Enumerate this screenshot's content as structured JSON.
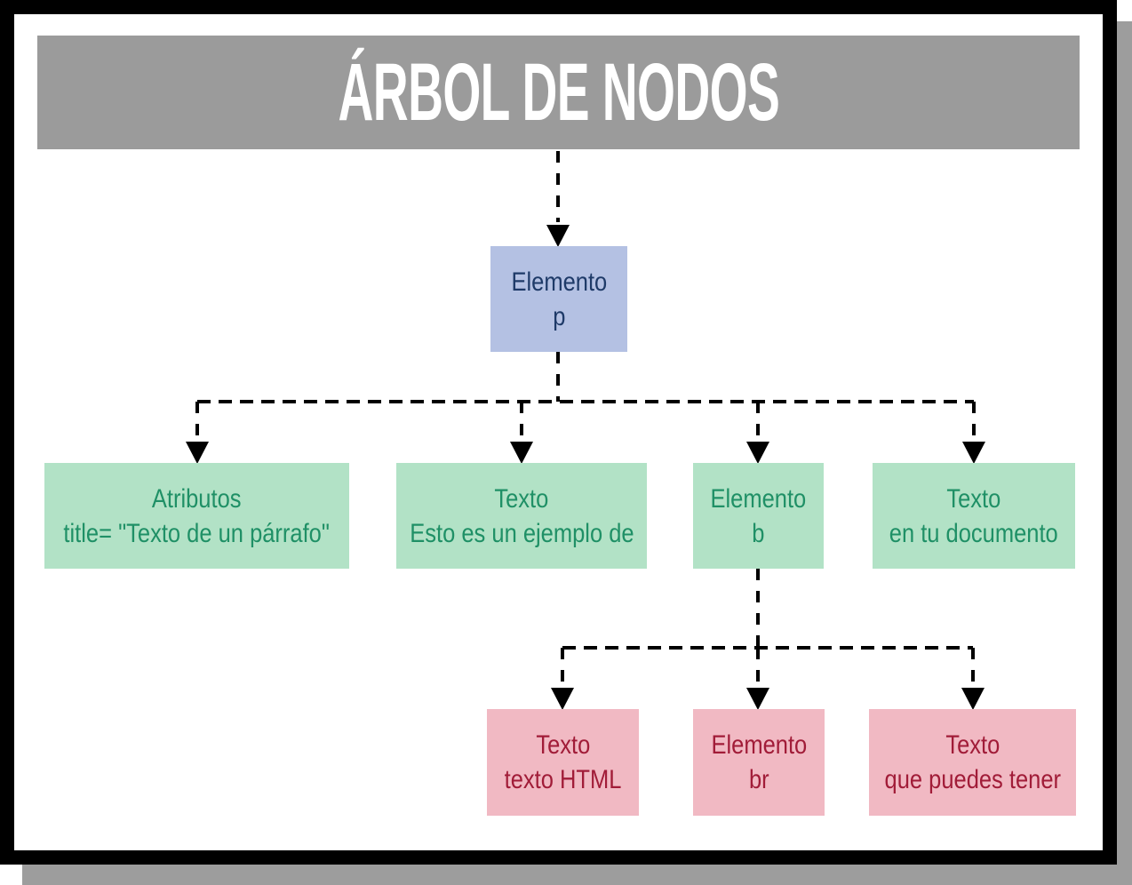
{
  "header": {
    "title": "ÁRBOL DE NODOS"
  },
  "nodes": {
    "root": {
      "line1": "Elemento",
      "line2": "p"
    },
    "attrs": {
      "line1": "Atributos",
      "line2": "title= \"Texto de un párrafo\""
    },
    "text1": {
      "line1": "Texto",
      "line2": "Esto es un ejemplo de"
    },
    "elem_b": {
      "line1": "Elemento",
      "line2": "b"
    },
    "text2": {
      "line1": "Texto",
      "line2": "en tu documento"
    },
    "text3": {
      "line1": "Texto",
      "line2": "texto HTML"
    },
    "elem_br": {
      "line1": "Elemento",
      "line2": "br"
    },
    "text4": {
      "line1": "Texto",
      "line2": "que puedes tener"
    }
  },
  "colors": {
    "header_bg": "#9B9B9B",
    "shadow": "#9D9D9D",
    "root_bg": "#B4C1E3",
    "root_text": "#1E3A68",
    "green_bg": "#B2E2C6",
    "green_text": "#1F9066",
    "pink_bg": "#F1B9C3",
    "pink_text": "#A11C38",
    "connector": "#000000",
    "title_text": "#FFFFFF"
  }
}
